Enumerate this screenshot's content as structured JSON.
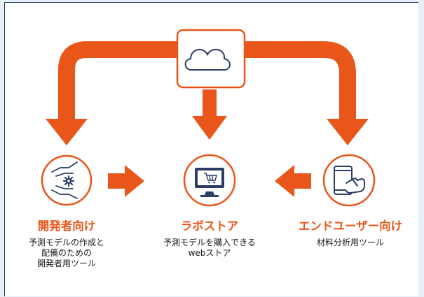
{
  "nodes": {
    "developer": {
      "title": "開発者向け",
      "desc_lines": [
        "予測モデルの作成と",
        "配備のための",
        "開発者用ツール"
      ]
    },
    "store": {
      "title": "ラボストア",
      "desc_lines": [
        "予測モデルを購入できる",
        "webストア"
      ]
    },
    "enduser": {
      "title": "エンドユーザー向け",
      "desc_lines": [
        "材料分析用ツール"
      ]
    }
  },
  "colors": {
    "accent": "#e8561a",
    "navy": "#2d3e66",
    "background": "#e6eef6"
  },
  "icons": {
    "cloud": "cloud-icon",
    "developer": "hands-gear-icon",
    "store": "monitor-cart-icon",
    "enduser": "tablet-touch-icon"
  }
}
